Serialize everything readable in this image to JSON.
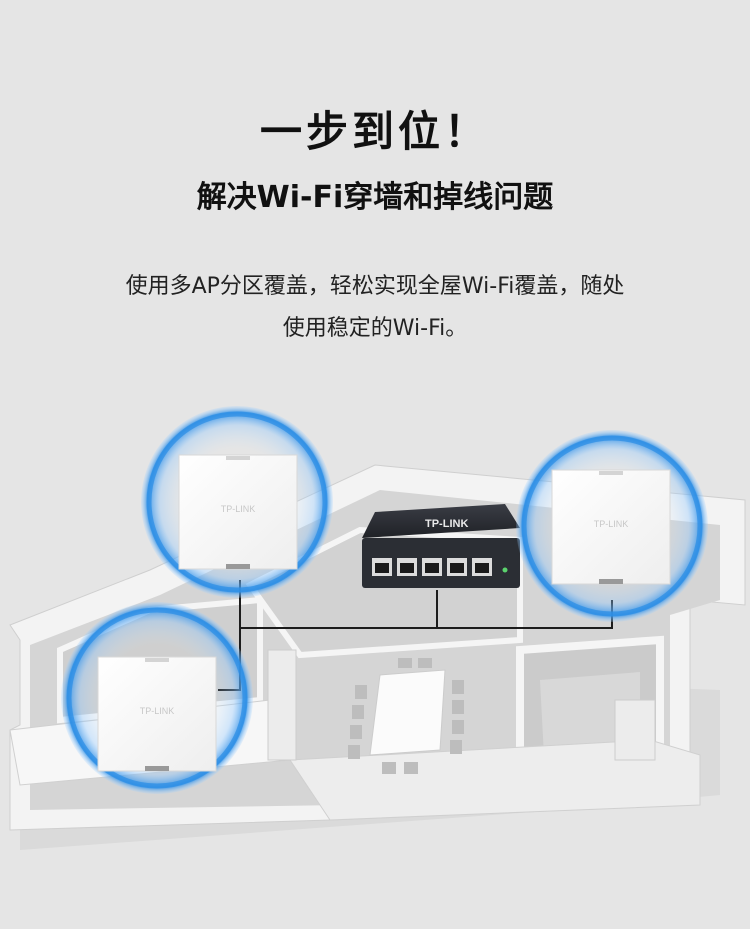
{
  "headline": "一步到位！",
  "subheadline": "解决Wi-Fi穿墙和掉线问题",
  "description": {
    "line1": "使用多AP分区覆盖，轻松实现全屋Wi-Fi覆盖，随处",
    "line2": "使用稳定的Wi-Fi。"
  },
  "brand": {
    "ap_logo": "TP-LINK",
    "switch_logo": "TP-LINK"
  },
  "colors": {
    "background": "#e5e5e5",
    "signal_ring": "#2e8fe6",
    "wall": "#f2f2f2"
  }
}
